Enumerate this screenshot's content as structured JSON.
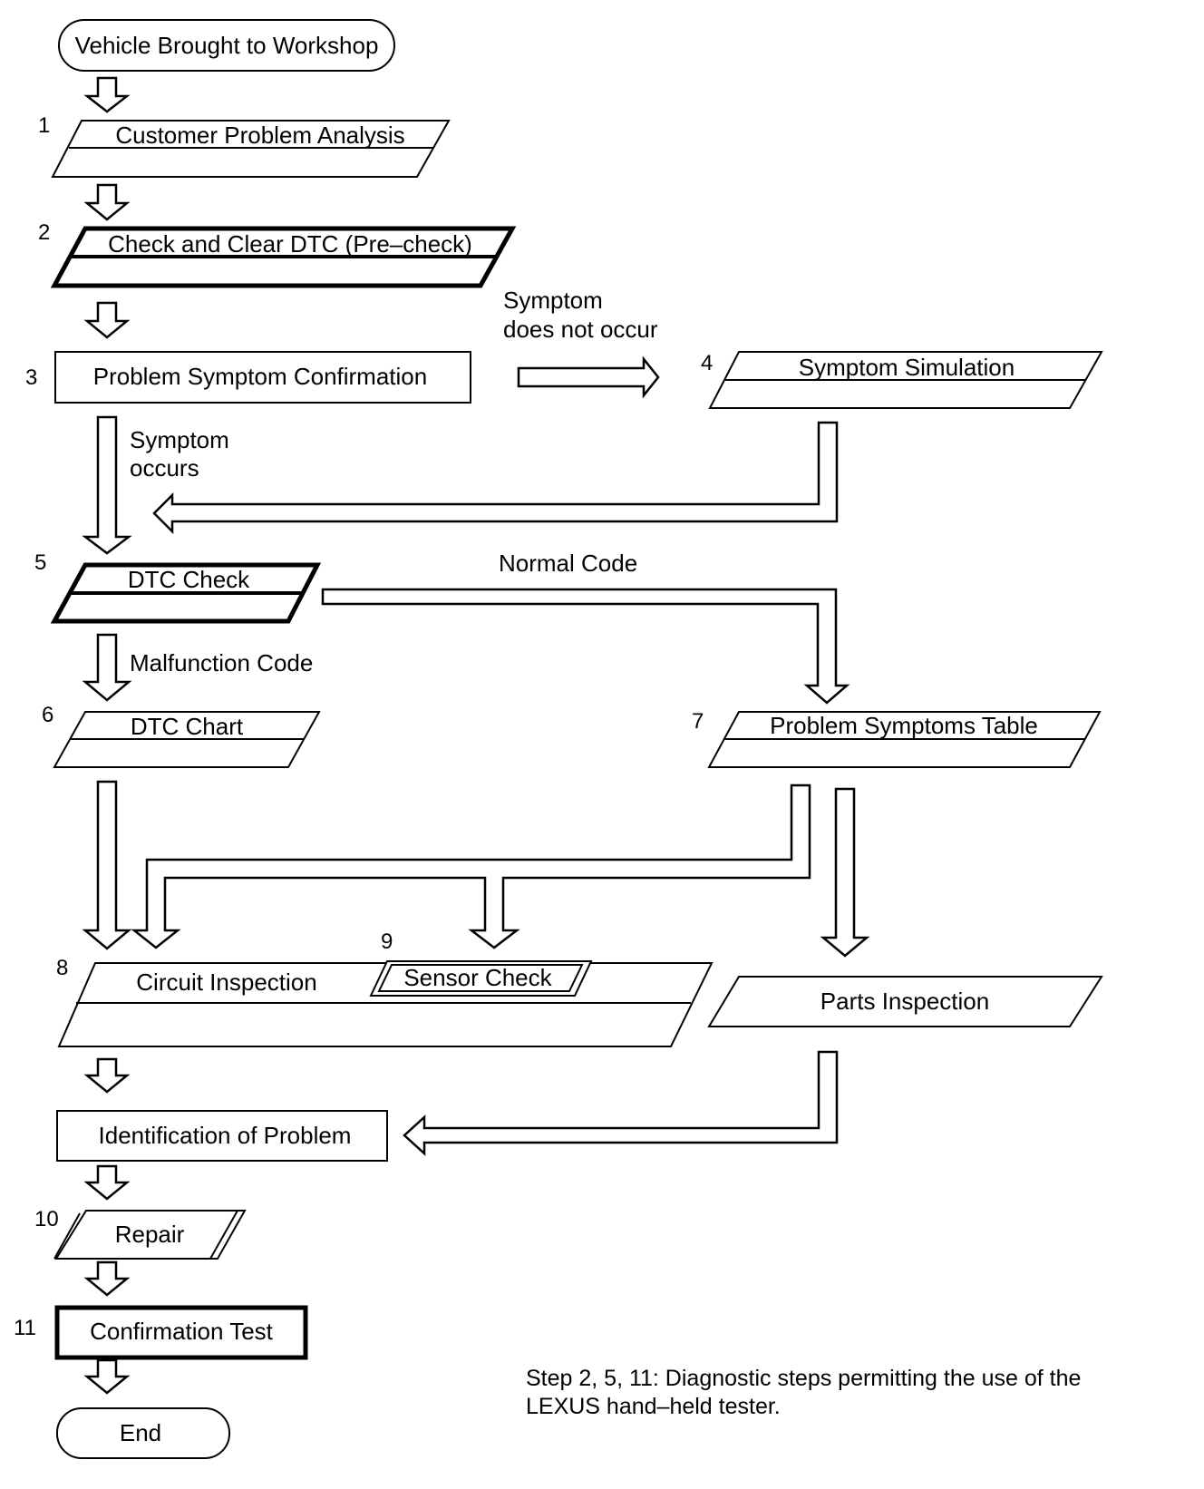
{
  "flowchart": {
    "start": "Vehicle Brought to Workshop",
    "end": "End",
    "steps": [
      {
        "number": "1",
        "label": "Customer Problem Analysis"
      },
      {
        "number": "2",
        "label": "Check and Clear DTC (Pre–check)"
      },
      {
        "number": "3",
        "label": "Problem Symptom Confirmation"
      },
      {
        "number": "4",
        "label": "Symptom Simulation"
      },
      {
        "number": "5",
        "label": "DTC Check"
      },
      {
        "number": "6",
        "label": "DTC Chart"
      },
      {
        "number": "7",
        "label": "Problem Symptoms Table"
      },
      {
        "number": "8",
        "label": "Circuit Inspection"
      },
      {
        "number": "9",
        "label": "Sensor Check"
      },
      {
        "number": "",
        "label": "Parts Inspection"
      },
      {
        "number": "",
        "label": "Identification of Problem"
      },
      {
        "number": "10",
        "label": "Repair"
      },
      {
        "number": "11",
        "label": "Confirmation Test"
      }
    ],
    "edge_labels": {
      "symptom_not_occur_1": "Symptom",
      "symptom_not_occur_2": "does not occur",
      "symptom_occurs_1": "Symptom",
      "symptom_occurs_2": "occurs",
      "normal_code": "Normal Code",
      "malfunction_code": "Malfunction Code"
    },
    "note_line_1": "Step 2, 5, 11: Diagnostic steps permitting the use of the",
    "note_line_2": "LEXUS hand–held tester."
  }
}
